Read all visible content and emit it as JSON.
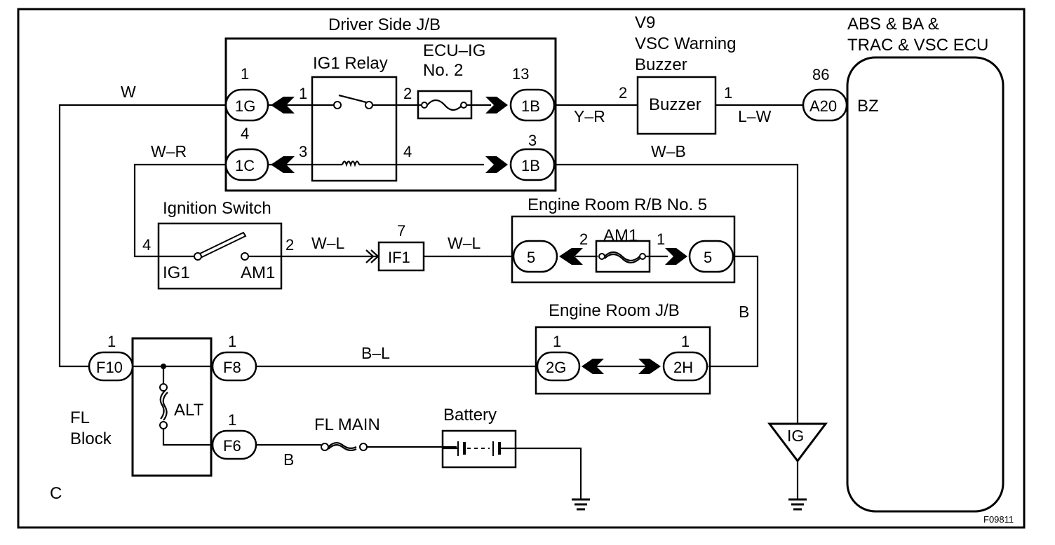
{
  "figure_id": "F09811",
  "section_marker": "C",
  "components": {
    "driver_jb": {
      "title": "Driver Side J/B"
    },
    "ig1_relay": {
      "title": "IG1 Relay",
      "pins": [
        "1",
        "2",
        "3",
        "4"
      ]
    },
    "ecu_ig_fuse": {
      "title_line1": "ECU–IG",
      "title_line2": "No. 2"
    },
    "buzzer": {
      "code": "V9",
      "title_line1": "VSC Warning",
      "title_line2": "Buzzer",
      "inner_label": "Buzzer",
      "pin_in": "2",
      "pin_out": "1"
    },
    "ecu": {
      "title_line1": "ABS & BA &",
      "title_line2": "TRAC & VSC ECU",
      "terminal": "BZ"
    },
    "ignition_switch": {
      "title": "Ignition Switch",
      "left_terminal": "IG1",
      "right_terminal": "AM1",
      "pin_left": "4",
      "pin_right": "2"
    },
    "if1": {
      "label": "IF1",
      "pin": "7"
    },
    "engine_rb5": {
      "title": "Engine Room R/B No. 5",
      "fuse": "AM1",
      "pin_left": "2",
      "pin_right": "1"
    },
    "engine_jb": {
      "title": "Engine Room J/B"
    },
    "fl_block": {
      "title_line1": "FL",
      "title_line2": "Block",
      "fusible_link": "ALT"
    },
    "fl_main": {
      "label": "FL MAIN"
    },
    "battery": {
      "label": "Battery"
    },
    "ground_ig": {
      "label": "IG"
    }
  },
  "connectors": {
    "c1g": {
      "label": "1G",
      "pin": "1"
    },
    "c1c": {
      "label": "1C",
      "pin": "4"
    },
    "c1b_top": {
      "label": "1B",
      "pin": "13"
    },
    "c1b_bot": {
      "label": "1B",
      "pin": "3"
    },
    "a20": {
      "label": "A20",
      "pin": "86"
    },
    "rb5_left": {
      "label": "5"
    },
    "rb5_right": {
      "label": "5"
    },
    "c2g": {
      "label": "2G",
      "pin": "1"
    },
    "c2h": {
      "label": "2H",
      "pin": "1"
    },
    "f10": {
      "label": "F10",
      "pin": "1"
    },
    "f8": {
      "label": "F8",
      "pin": "1"
    },
    "f6": {
      "label": "F6",
      "pin": "1"
    }
  },
  "wires": {
    "w": "W",
    "w_r": "W–R",
    "y_r": "Y–R",
    "l_w": "L–W",
    "w_b": "W–B",
    "w_l_1": "W–L",
    "w_l_2": "W–L",
    "b_right": "B",
    "b_l": "B–L",
    "b_bottom": "B"
  }
}
